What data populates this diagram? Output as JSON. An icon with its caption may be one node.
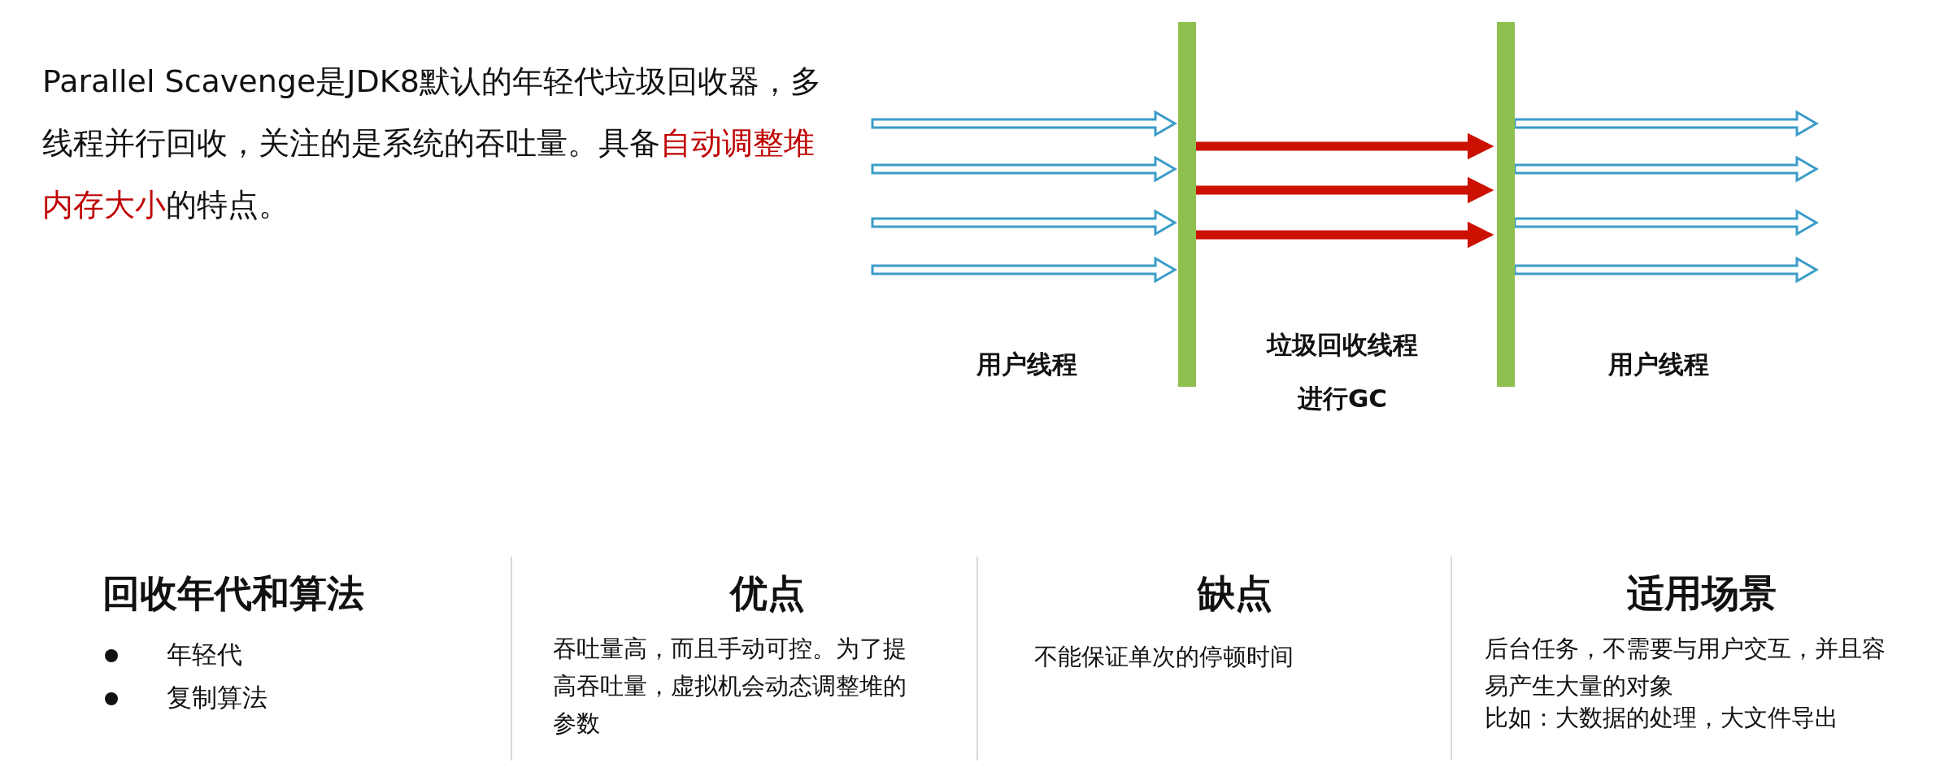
{
  "diagram": {
    "nodes": [
      {
        "text": [],
        "shape": "bar"
      },
      {
        "text": [],
        "shape": "bar"
      }
    ],
    "edges": [
      {
        "from": null,
        "to": 0,
        "arrow": "to"
      },
      {
        "from": null,
        "to": 0,
        "arrow": "to"
      },
      {
        "from": null,
        "to": 0,
        "arrow": "to"
      },
      {
        "from": null,
        "to": 0,
        "arrow": "to"
      },
      {
        "from": 0,
        "to": 1,
        "arrow": "to",
        "color": "#cc1100"
      },
      {
        "from": 0,
        "to": 1,
        "arrow": "to",
        "color": "#cc1100"
      },
      {
        "from": 0,
        "to": 1,
        "arrow": "to",
        "color": "#cc1100"
      },
      {
        "from": 1,
        "to": null,
        "arrow": "to"
      },
      {
        "from": 1,
        "to": null,
        "arrow": "to"
      },
      {
        "from": 1,
        "to": null,
        "arrow": "to"
      },
      {
        "from": 1,
        "to": null,
        "arrow": "to"
      }
    ],
    "labels": [
      "Parallel Scavenge是JDK8默认的年轻代垃圾回收器，多线程并行回收，关注的是系统的吞吐量。具备**自动调整堆内存大小**的特点。",
      "用户线程",
      "垃圾回收线程",
      "进行GC",
      "用户线程",
      "回收年代和算法",
      "年轻代",
      "复制算法",
      "优点",
      "吞吐量高，而且手动可控。为了提高吞吐量，虚拟机会动态调整堆的参数",
      "缺点",
      "不能保证单次的停顿时间",
      "适用场景",
      "后台任务，不需要与用户交互，并且容易产生大量的对象",
      "比如：大数据的处理，大文件导出"
    ]
  }
}
